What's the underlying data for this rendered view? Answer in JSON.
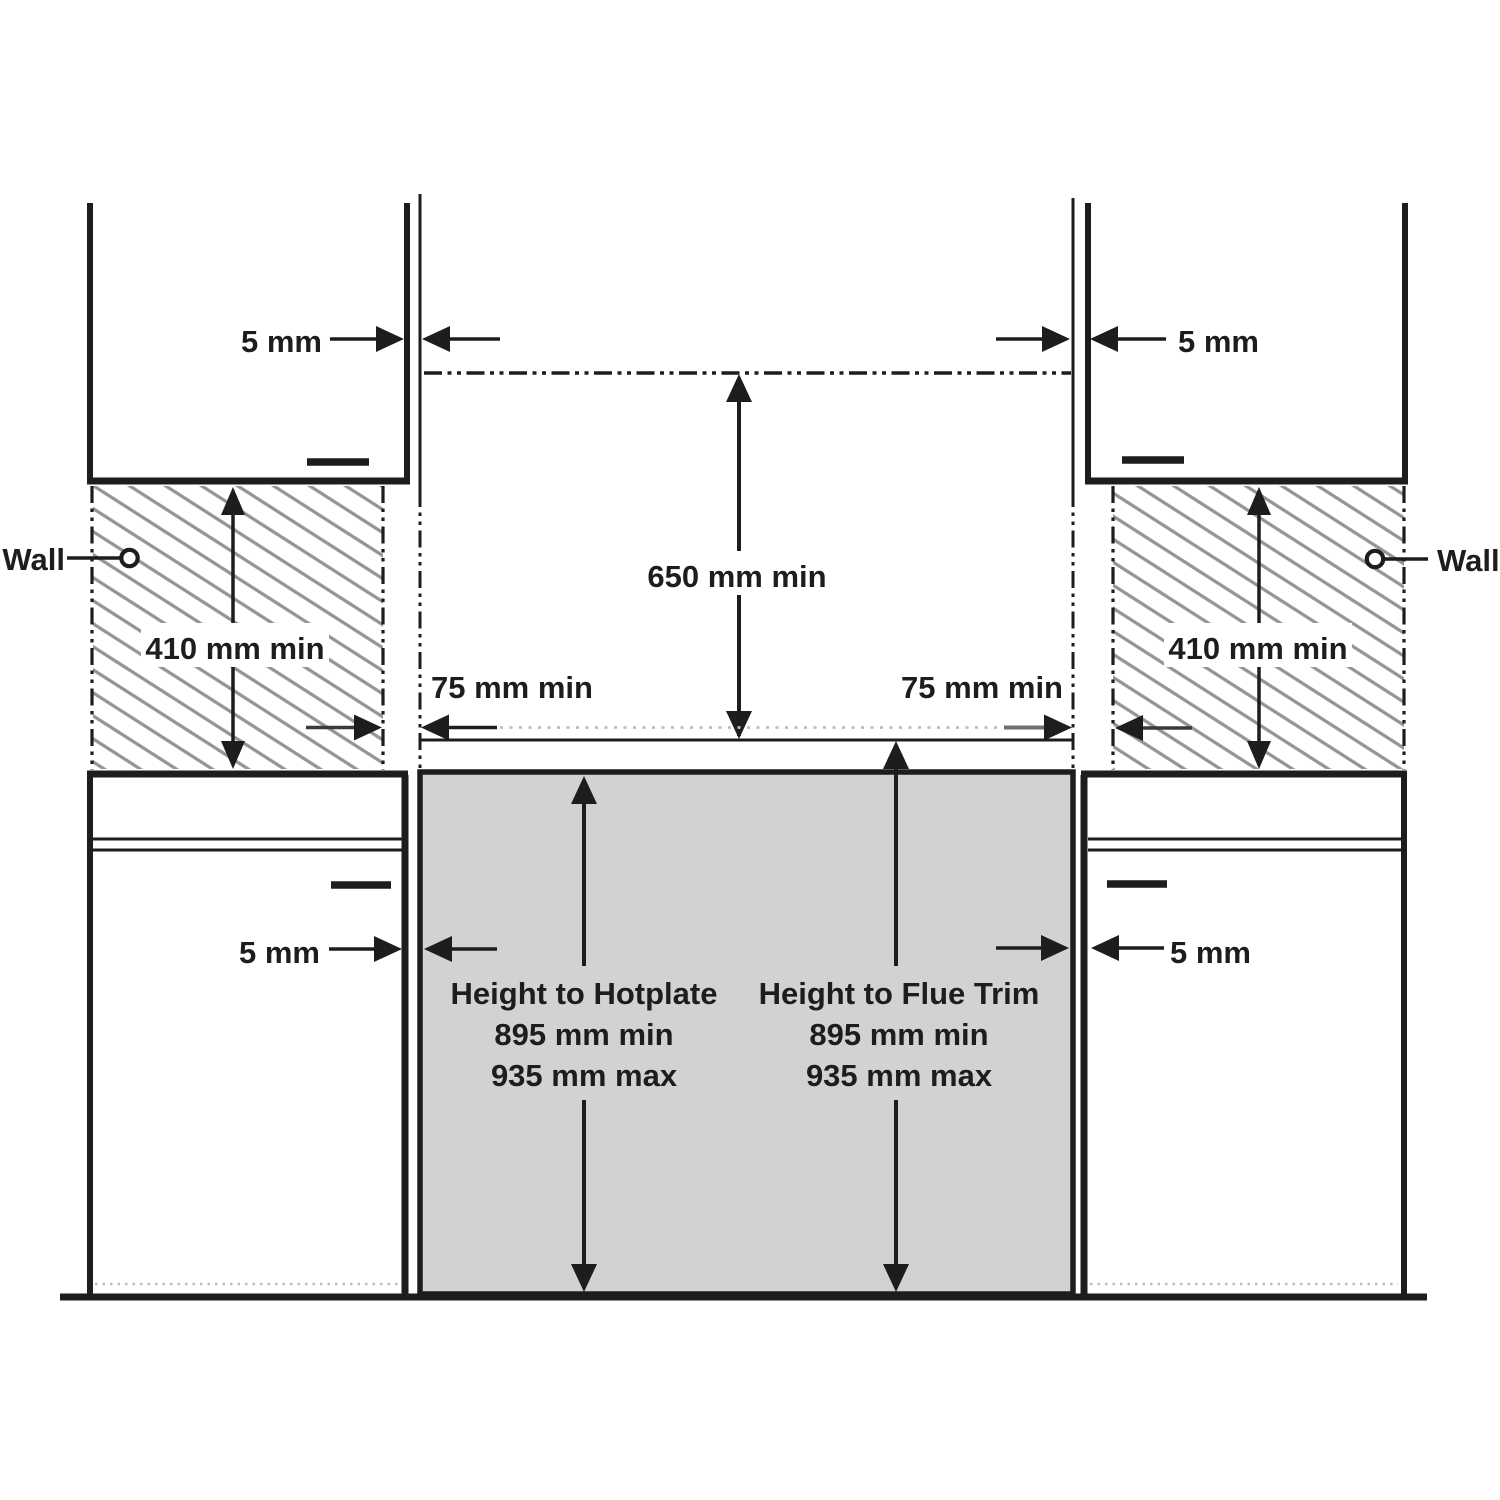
{
  "diagram": {
    "wall_labels": {
      "left": "Wall",
      "right": "Wall"
    },
    "dimensions": {
      "overhead_clearance": "650 mm min",
      "side_clearance_left": "75 mm min",
      "side_clearance_right": "75 mm min",
      "wall_zone_left": "410 mm min",
      "wall_zone_right": "410 mm min",
      "cabinet_gap_upper_left": "5 mm",
      "cabinet_gap_upper_right": "5 mm",
      "cabinet_gap_lower_left": "5 mm",
      "cabinet_gap_lower_right": "5 mm"
    },
    "hotplate": {
      "title": "Height to Hotplate",
      "min": "895 mm min",
      "max": "935 mm max"
    },
    "flue": {
      "title": "Height to Flue Trim",
      "min": "895 mm min",
      "max": "935 mm max"
    },
    "colors": {
      "line": "#1d1d1d",
      "cooker_fill": "#d2d2d2",
      "hatch": "#949494",
      "background": "#ffffff"
    }
  }
}
